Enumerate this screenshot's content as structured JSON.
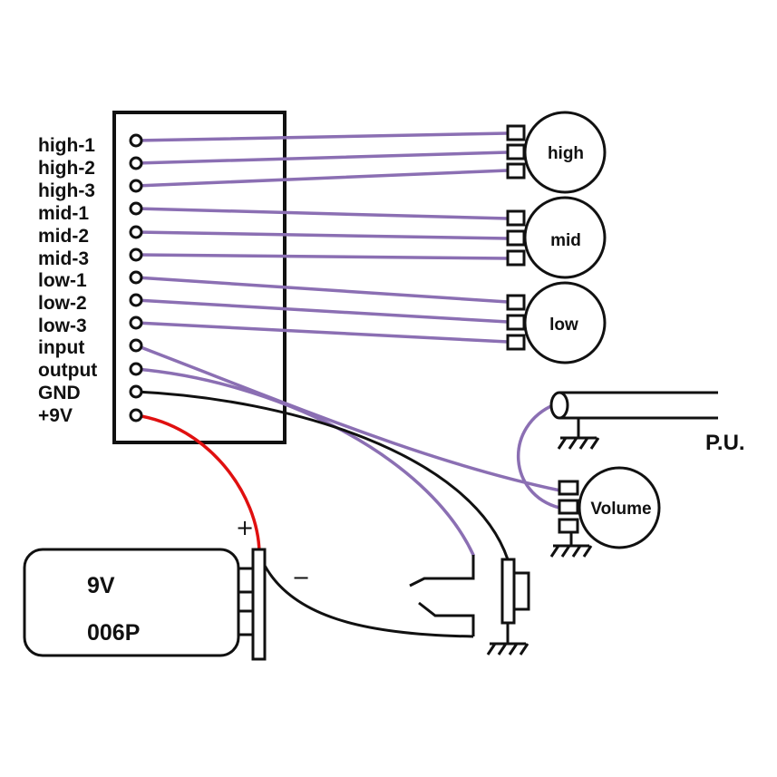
{
  "board": {
    "pins": [
      {
        "label": "high-1"
      },
      {
        "label": "high-2"
      },
      {
        "label": "high-3"
      },
      {
        "label": "mid-1"
      },
      {
        "label": "mid-2"
      },
      {
        "label": "mid-3"
      },
      {
        "label": "low-1"
      },
      {
        "label": "low-2"
      },
      {
        "label": "low-3"
      },
      {
        "label": "input"
      },
      {
        "label": "output"
      },
      {
        "label": "GND"
      },
      {
        "label": "+9V"
      }
    ]
  },
  "pots": {
    "high": "high",
    "mid": "mid",
    "low": "low",
    "volume": "Volume"
  },
  "pickup": {
    "label": "P.U."
  },
  "battery": {
    "voltage": "9V",
    "model": "006P",
    "plus_sign": "+",
    "minus_sign": "−"
  },
  "colors": {
    "signal_wire": "#8b6fb3",
    "power_wire": "#e01010",
    "ground_wire": "#111111",
    "outline": "#111111"
  }
}
